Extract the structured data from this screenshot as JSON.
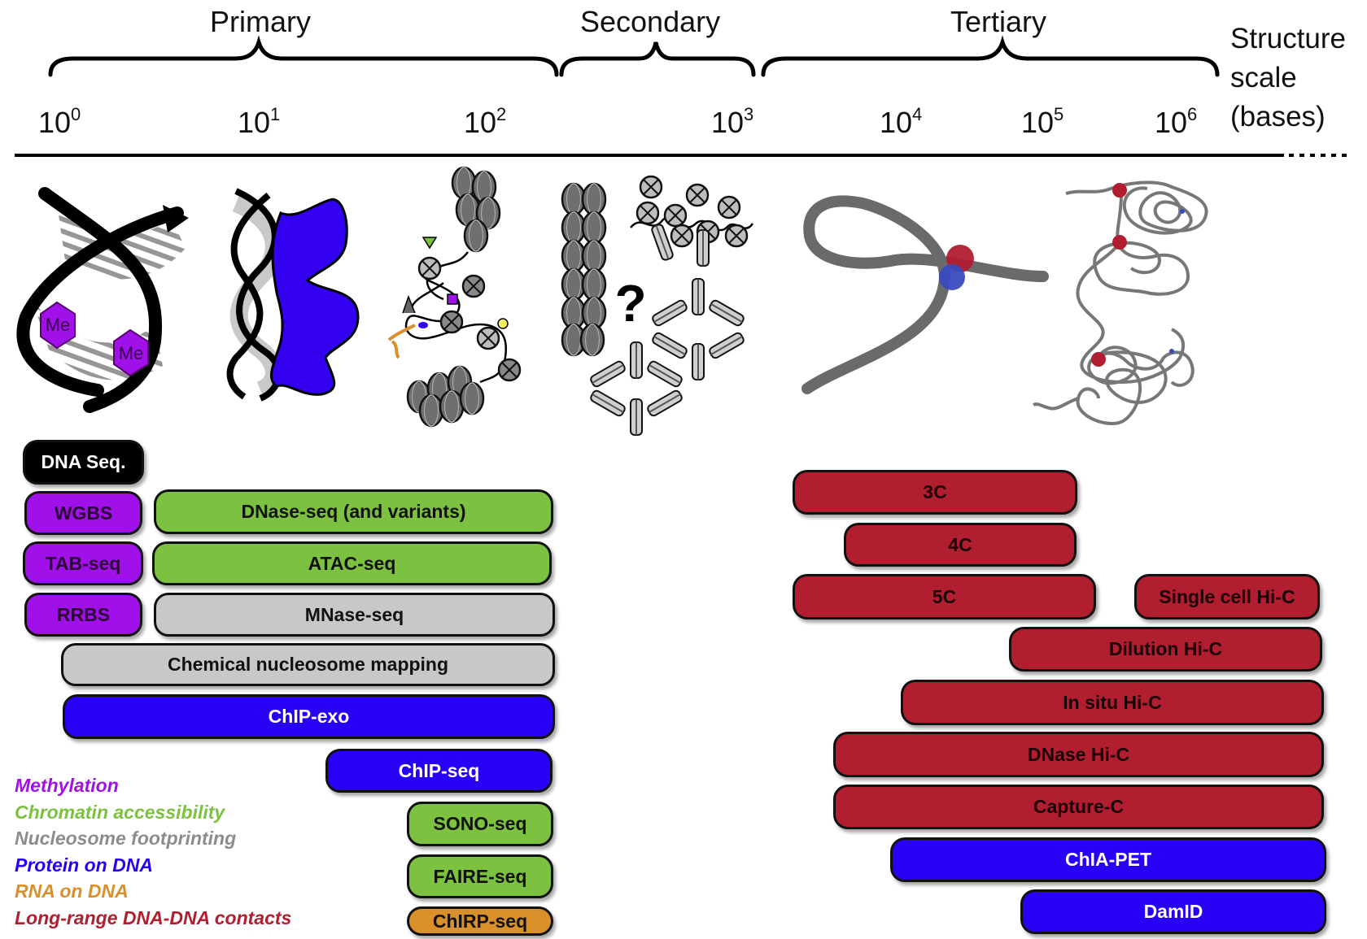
{
  "colors": {
    "black": "#000000",
    "methylation": "#a010e8",
    "accessibility": "#7cc140",
    "nucleosome": "#c8c8c8",
    "protein": "#2a00f5",
    "rna": "#d9902a",
    "contacts": "#b01e30"
  },
  "scales": {
    "primary": "Primary",
    "secondary": "Secondary",
    "tertiary": "Tertiary"
  },
  "structure_label": [
    "Structure",
    "scale",
    "(bases)"
  ],
  "axis_ticks": [
    {
      "base": "10",
      "exp": "0"
    },
    {
      "base": "10",
      "exp": "1"
    },
    {
      "base": "10",
      "exp": "2"
    },
    {
      "base": "10",
      "exp": "3"
    },
    {
      "base": "10",
      "exp": "4"
    },
    {
      "base": "10",
      "exp": "5"
    },
    {
      "base": "10",
      "exp": "6"
    }
  ],
  "illustrations": {
    "methyl_label": "Me",
    "unknown_symbol": "?"
  },
  "techniques": [
    {
      "label": "DNA Seq.",
      "category": "black"
    },
    {
      "label": "WGBS",
      "category": "methylation"
    },
    {
      "label": "TAB-seq",
      "category": "methylation"
    },
    {
      "label": "RRBS",
      "category": "methylation"
    },
    {
      "label": "DNase-seq (and variants)",
      "category": "accessibility"
    },
    {
      "label": "ATAC-seq",
      "category": "accessibility"
    },
    {
      "label": "MNase-seq",
      "category": "nucleosome"
    },
    {
      "label": "Chemical nucleosome mapping",
      "category": "nucleosome"
    },
    {
      "label": "ChIP-exo",
      "category": "protein"
    },
    {
      "label": "ChIP-seq",
      "category": "protein"
    },
    {
      "label": "SONO-seq",
      "category": "accessibility"
    },
    {
      "label": "FAIRE-seq",
      "category": "accessibility"
    },
    {
      "label": "ChIRP-seq",
      "category": "rna"
    },
    {
      "label": "3C",
      "category": "contacts"
    },
    {
      "label": "4C",
      "category": "contacts"
    },
    {
      "label": "5C",
      "category": "contacts"
    },
    {
      "label": "Single cell Hi-C",
      "category": "contacts"
    },
    {
      "label": "Dilution Hi-C",
      "category": "contacts"
    },
    {
      "label": "In situ Hi-C",
      "category": "contacts"
    },
    {
      "label": "DNase Hi-C",
      "category": "contacts"
    },
    {
      "label": "Capture-C",
      "category": "contacts"
    },
    {
      "label": "ChIA-PET",
      "category": "protein"
    },
    {
      "label": "DamID",
      "category": "protein"
    }
  ],
  "legend": [
    {
      "label": "Methylation",
      "category": "methylation"
    },
    {
      "label": "Chromatin accessibility",
      "category": "accessibility"
    },
    {
      "label": "Nucleosome footprinting",
      "category": "nucleosome"
    },
    {
      "label": "Protein on DNA",
      "category": "protein"
    },
    {
      "label": "RNA on DNA",
      "category": "rna"
    },
    {
      "label": "Long-range DNA-DNA contacts",
      "category": "contacts"
    }
  ]
}
